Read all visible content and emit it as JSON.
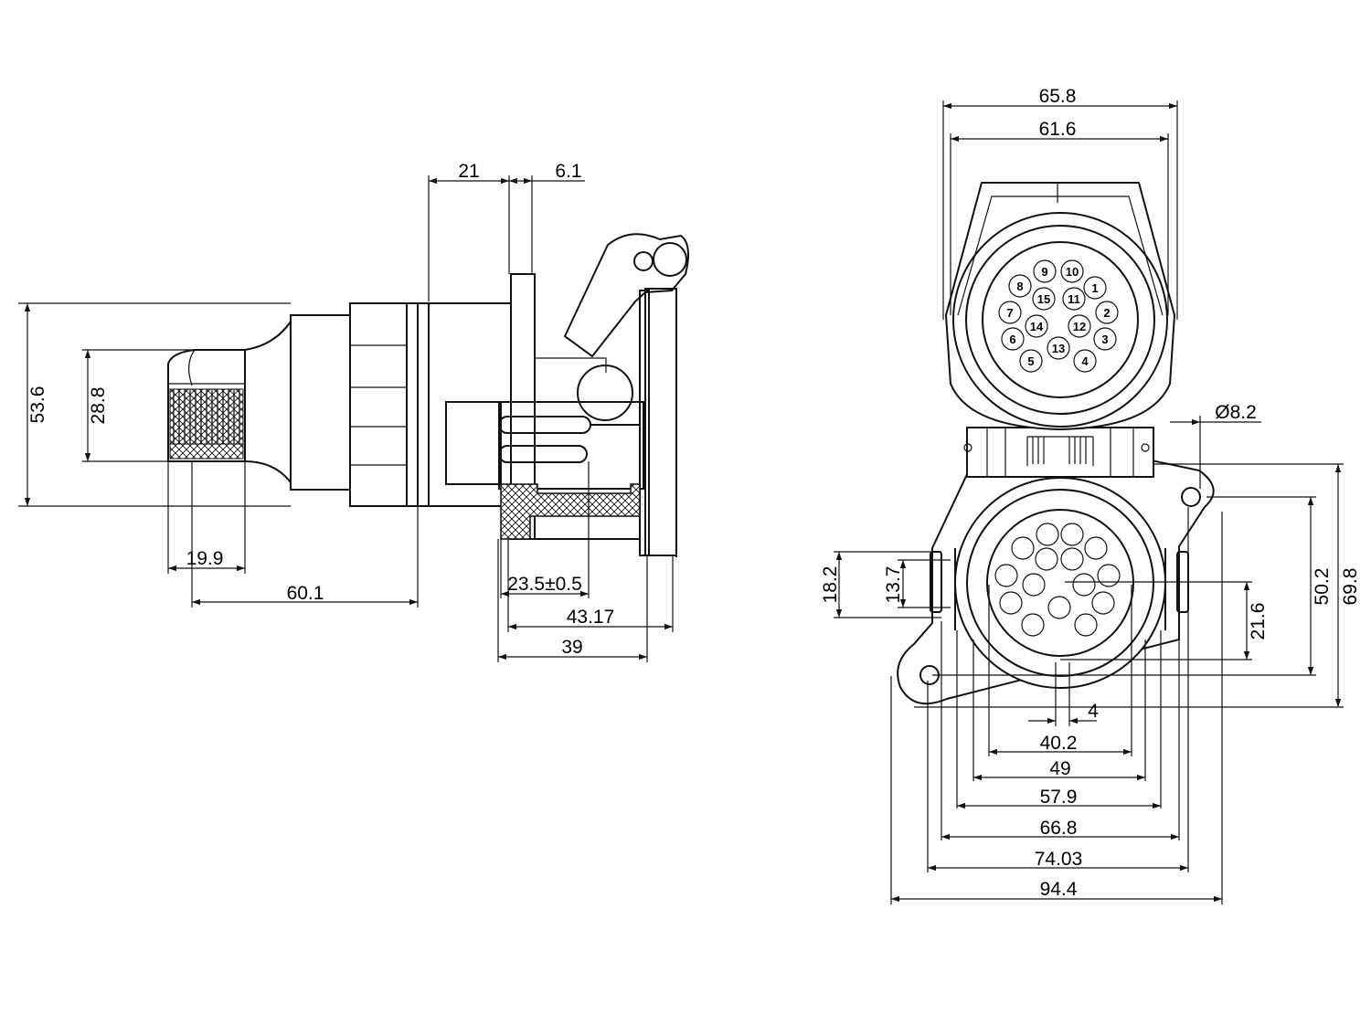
{
  "side_view": {
    "dims": {
      "d21": "21",
      "d6_1": "6.1",
      "d53_6": "53.6",
      "d28_8": "28.8",
      "d19_9": "19.9",
      "d60_1": "60.1",
      "d23_5": "23.5±0.5",
      "d43_17": "43.17",
      "d39": "39"
    }
  },
  "front_view": {
    "dims": {
      "d65_8": "65.8",
      "d61_6": "61.6",
      "d8_2": "Ø8.2",
      "d18_2": "18.2",
      "d13_7": "13.7",
      "d21_6": "21.6",
      "d50_2": "50.2",
      "d69_8": "69.8",
      "d4": "4",
      "d40_2": "40.2",
      "d49": "49",
      "d57_9": "57.9",
      "d66_8": "66.8",
      "d74_03": "74.03",
      "d94_4": "94.4"
    },
    "pins": [
      "9",
      "10",
      "8",
      "15",
      "11",
      "1",
      "7",
      "2",
      "14",
      "12",
      "6",
      "3",
      "13",
      "5",
      "4"
    ]
  }
}
